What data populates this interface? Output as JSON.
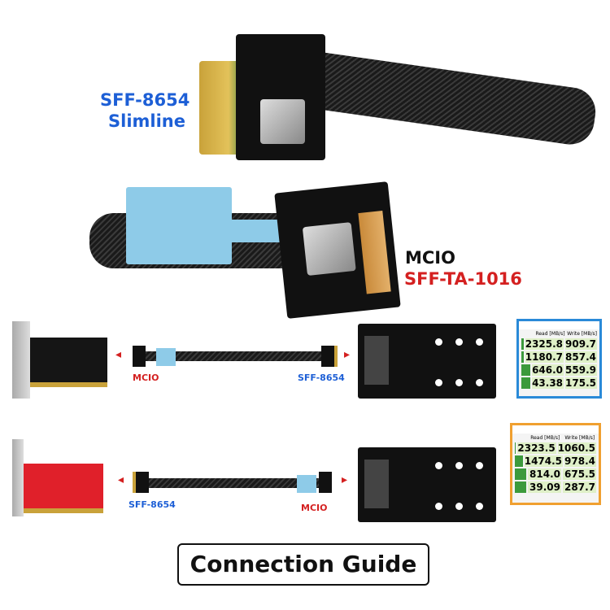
{
  "top_connector": {
    "line1": "SFF-8654",
    "line2": "Slimline"
  },
  "middle_connector": {
    "line1": "MCIO",
    "line2": "SFF-TA-1016"
  },
  "row1": {
    "left_label": "MCIO",
    "right_label": "SFF-8654",
    "benchmark": {
      "headers": [
        "Read [MB/s]",
        "Write [MB/s]"
      ],
      "rows": [
        [
          "2325.8",
          "909.7"
        ],
        [
          "1180.7",
          "857.4"
        ],
        [
          "646.0",
          "559.9"
        ],
        [
          "43.38",
          "175.5"
        ]
      ],
      "border": "#2a8ad8"
    }
  },
  "row2": {
    "left_label": "SFF-8654",
    "right_label": "MCIO",
    "benchmark": {
      "headers": [
        "Read [MB/s]",
        "Write [MB/s]"
      ],
      "rows": [
        [
          "2323.5",
          "1060.5"
        ],
        [
          "1474.5",
          "978.4"
        ],
        [
          "814.0",
          "675.5"
        ],
        [
          "39.09",
          "287.7"
        ]
      ],
      "border": "#f0a030"
    }
  },
  "footer": {
    "button_label": "Connection Guide"
  },
  "colors": {
    "blue": "#1d5fd6",
    "red": "#d42020"
  }
}
